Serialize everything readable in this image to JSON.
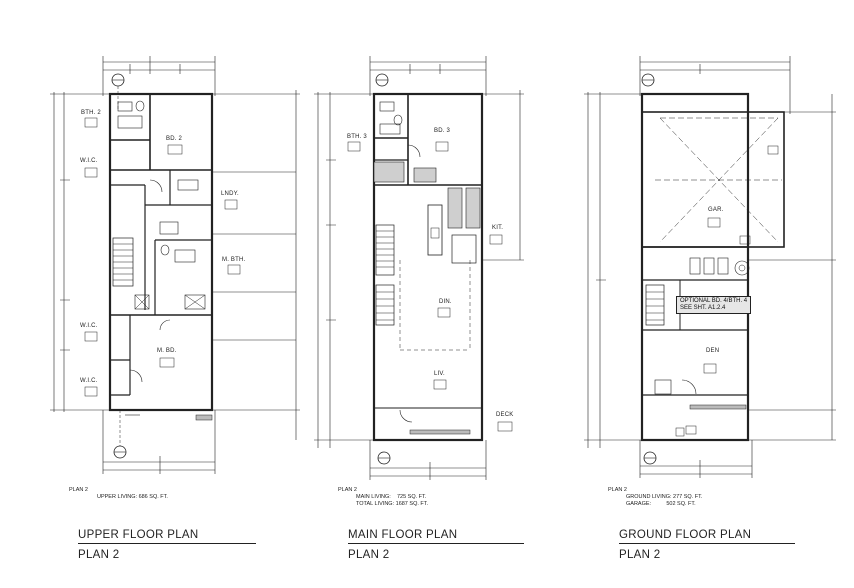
{
  "plans": [
    {
      "id": "upper",
      "title": "UPPER FLOOR PLAN",
      "subtitle": "PLAN 2",
      "note_plan": "PLAN 2",
      "areas": [
        "UPPER LIVING: 686 SQ. FT."
      ],
      "rooms": [
        "BTH. 2",
        "BD. 2",
        "W.I.C.",
        "LNDY.",
        "M. BTH.",
        "W.I.C.",
        "M. BD.",
        "W.I.C."
      ]
    },
    {
      "id": "main",
      "title": "MAIN FLOOR PLAN",
      "subtitle": "PLAN 2",
      "note_plan": "PLAN 2",
      "areas": [
        "MAIN LIVING:    725 SQ. FT.",
        "TOTAL LIVING: 1687 SQ. FT."
      ],
      "rooms": [
        "BTH. 3",
        "BD. 3",
        "KIT.",
        "DIN.",
        "LIV.",
        "DECK"
      ]
    },
    {
      "id": "ground",
      "title": "GROUND FLOOR PLAN",
      "subtitle": "PLAN 2",
      "note_plan": "PLAN 2",
      "areas": [
        "GROUND LIVING: 277 SQ. FT.",
        "GARAGE:          502 SQ. FT."
      ],
      "rooms": [
        "GAR.",
        "DEN"
      ],
      "callout": [
        "OPTIONAL BD. 4/BTH. 4",
        "SEE SHT. A1.2.4"
      ]
    }
  ]
}
